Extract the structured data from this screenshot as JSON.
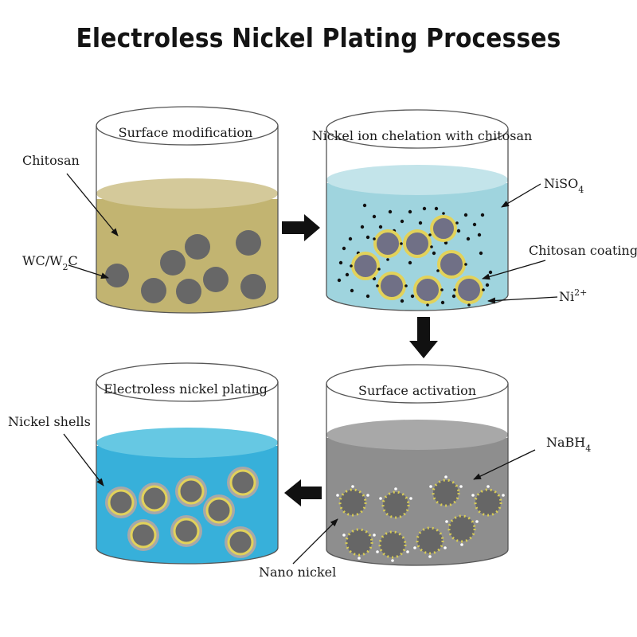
{
  "title": "Electroless Nickel Plating Processes",
  "beakers": [
    {
      "label": "Surface modification",
      "annotations": [
        {
          "text": "Chitosan"
        },
        {
          "text": "WC/W",
          "sub": "2",
          "tail": "C"
        }
      ],
      "liquid_color": "#c2b471"
    },
    {
      "label": "Nickel ion chelation with chitosan",
      "annotations": [
        {
          "text": "NiSO",
          "sub": "4"
        },
        {
          "text": "Chitosan coating"
        },
        {
          "text": "Ni",
          "sup": "2+"
        }
      ],
      "liquid_color": "#9fd4de"
    },
    {
      "label": "Surface activation",
      "annotations": [
        {
          "text": "NaBH",
          "sub": "4"
        },
        {
          "text": "Nano nickel"
        }
      ],
      "liquid_color": "#8e8e8e"
    },
    {
      "label": "Electroless nickel plating",
      "annotations": [
        {
          "text": "Nickel shells"
        }
      ],
      "liquid_color": "#37b0da"
    }
  ],
  "colors": {
    "particle": "#6a6a6a",
    "coated_particle": "#707086",
    "chitosan_ring": "#e2d25a",
    "nickel_shell": "#a8a8a8",
    "arrow": "#111111"
  },
  "icons": [
    "right-arrow-icon",
    "down-arrow-icon",
    "left-arrow-icon"
  ]
}
